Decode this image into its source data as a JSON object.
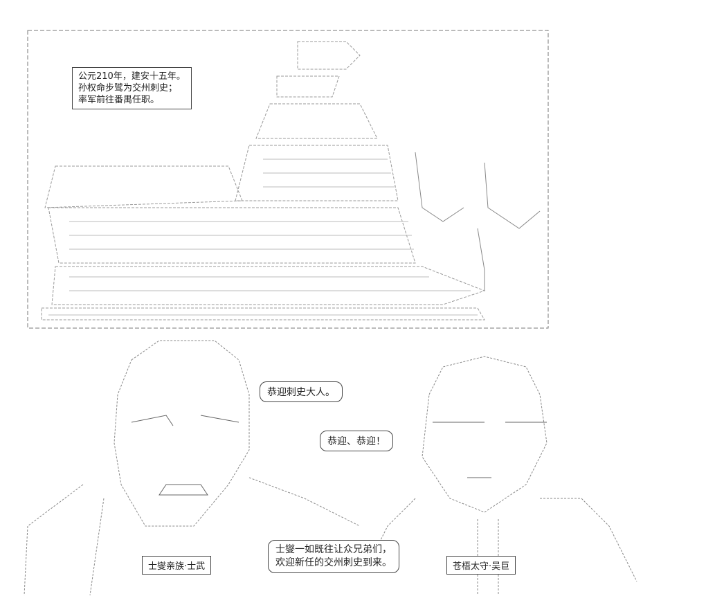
{
  "narration": {
    "line1": "公元210年，建安十五年。",
    "line2": "孙权命步骘为交州刺史；",
    "line3": "率军前往番禺任职。"
  },
  "speech": {
    "greeting_1": "恭迎刺史大人。",
    "greeting_2": "恭迎、恭迎！",
    "main_line1": "士燮一如既往让众兄弟们，",
    "main_line2": "欢迎新任的交州刺史到来。"
  },
  "labels": {
    "left_person": "士燮亲族·士武",
    "right_person": "苍梧太守·吴巨"
  }
}
